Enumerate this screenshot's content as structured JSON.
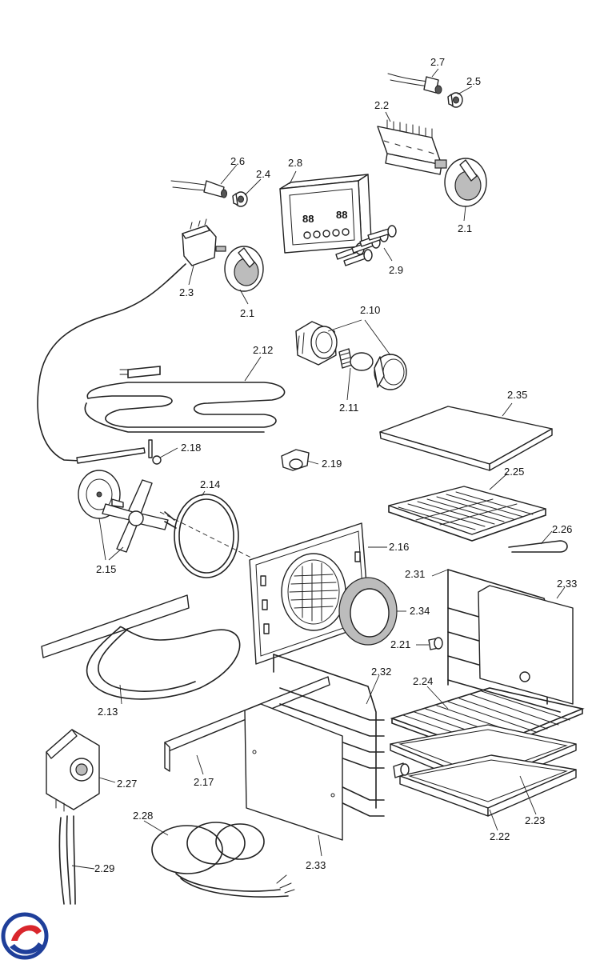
{
  "labels": {
    "p2_1": "2.1",
    "p2_2": "2.2",
    "p2_3": "2.3",
    "p2_4": "2.4",
    "p2_5": "2.5",
    "p2_6": "2.6",
    "p2_7": "2.7",
    "p2_8": "2.8",
    "p2_9": "2.9",
    "p2_10": "2.10",
    "p2_11": "2.11",
    "p2_12": "2.12",
    "p2_13": "2.13",
    "p2_14": "2.14",
    "p2_15": "2.15",
    "p2_16": "2.16",
    "p2_17": "2.17",
    "p2_18": "2.18",
    "p2_19": "2.19",
    "p2_21": "2.21",
    "p2_22": "2.22",
    "p2_23": "2.23",
    "p2_24": "2.24",
    "p2_25": "2.25",
    "p2_26": "2.26",
    "p2_27": "2.27",
    "p2_28": "2.28",
    "p2_29": "2.29",
    "p2_31": "2.31",
    "p2_32": "2.32",
    "p2_33": "2.33",
    "p2_34": "2.34",
    "p2_35": "2.35"
  },
  "display": {
    "digits_left": "88",
    "digits_right": "88"
  },
  "colors": {
    "line": "#222222",
    "logo_blue": "#1f3f9a",
    "logo_red": "#d9262c"
  }
}
